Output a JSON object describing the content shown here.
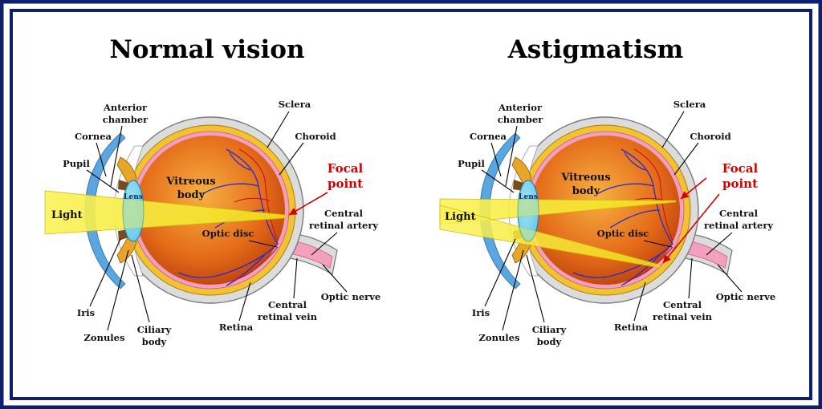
{
  "panels": [
    {
      "title": "Normal vision",
      "labels": {
        "anterior_chamber": [
          "Anterior",
          "chamber"
        ],
        "cornea": "Cornea",
        "pupil": "Pupil",
        "lens": "Lens",
        "light": "Light",
        "vitreous_body": [
          "Vitreous",
          "body"
        ],
        "sclera": "Sclera",
        "choroid": "Choroid",
        "focal_point": [
          "Focal",
          "point"
        ],
        "central_retinal_artery": [
          "Central",
          "retinal artery"
        ],
        "optic_disc": "Optic disc",
        "optic_nerve": "Optic nerve",
        "central_retinal_vein": [
          "Central",
          "retinal vein"
        ],
        "retina": "Retina",
        "iris": "Iris",
        "zonules": "Zonules",
        "ciliary_body": [
          "Ciliary",
          "body"
        ]
      }
    },
    {
      "title": "Astigmatism",
      "labels": {
        "anterior_chamber": [
          "Anterior",
          "chamber"
        ],
        "cornea": "Cornea",
        "pupil": "Pupil",
        "lens": "Lens",
        "light": "Light",
        "vitreous_body": [
          "Vitreous",
          "body"
        ],
        "sclera": "Sclera",
        "choroid": "Choroid",
        "focal_point": [
          "Focal",
          "point"
        ],
        "central_retinal_artery": [
          "Central",
          "retinal artery"
        ],
        "optic_disc": "Optic disc",
        "optic_nerve": "Optic nerve",
        "central_retinal_vein": [
          "Central",
          "retinal vein"
        ],
        "retina": "Retina",
        "iris": "Iris",
        "zonules": "Zonules",
        "ciliary_body": [
          "Ciliary",
          "body"
        ]
      }
    }
  ],
  "colors": {
    "frame": "#0e1f6e",
    "sclera": "#dcdcdc",
    "choroid": "#f2c230",
    "retina": "#f3a0bf",
    "vitreous": "#e07020",
    "lens": "#7ed8ee",
    "cornea": "#5aa6e0",
    "light": "#f7ee3c",
    "focal_arrow": "#d40000"
  }
}
